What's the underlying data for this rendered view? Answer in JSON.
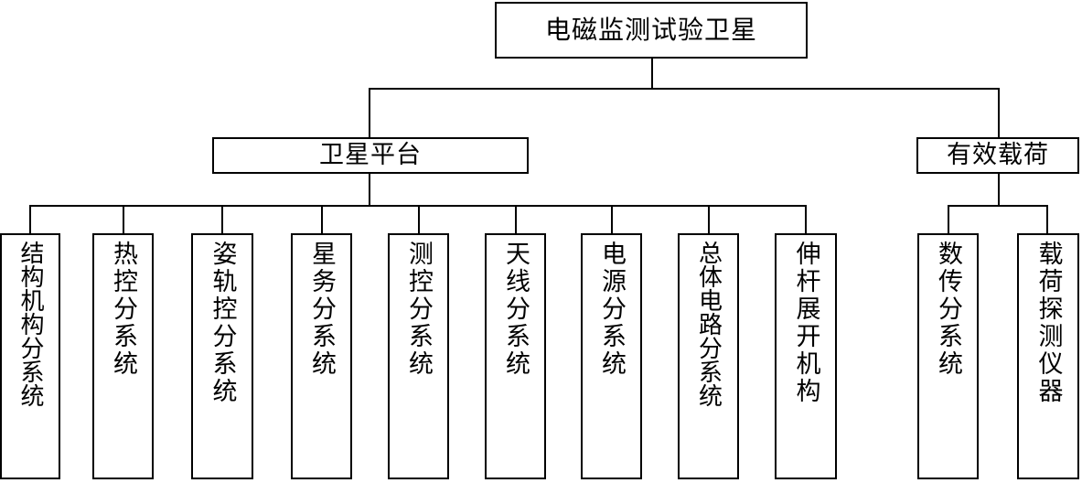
{
  "diagram": {
    "type": "organization-tree",
    "orientation": "top-down",
    "root": {
      "label": "电磁监测试验卫星"
    },
    "level1": [
      {
        "label": "卫星平台"
      },
      {
        "label": "有效载荷"
      }
    ],
    "platform_children": [
      {
        "label": "结构机构分系统"
      },
      {
        "label": "热控分系统"
      },
      {
        "label": "姿轨控分系统"
      },
      {
        "label": "星务分系统"
      },
      {
        "label": "测控分系统"
      },
      {
        "label": "天线分系统"
      },
      {
        "label": "电源分系统"
      },
      {
        "label": "总体电路分系统"
      },
      {
        "label": "伸杆展开机构"
      }
    ],
    "payload_children": [
      {
        "label": "数传分系统"
      },
      {
        "label": "载荷探测仪器"
      }
    ],
    "colors": {
      "background": "#ffffff",
      "border": "#000000",
      "text": "#000000"
    }
  }
}
